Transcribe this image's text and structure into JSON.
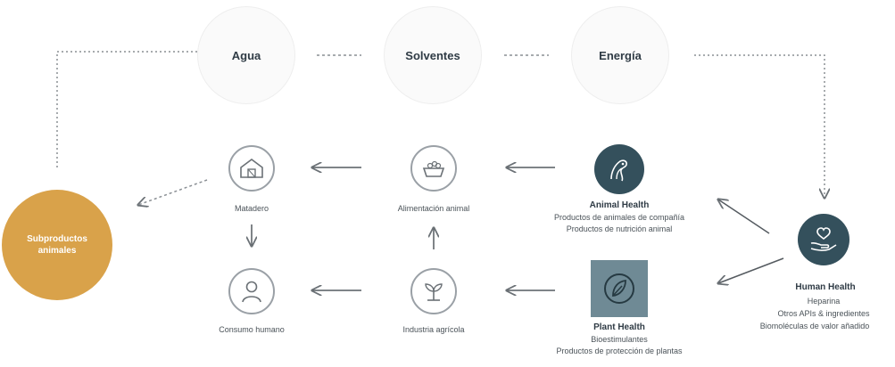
{
  "resources": [
    {
      "label": "Agua"
    },
    {
      "label": "Solventes"
    },
    {
      "label": "Energía"
    }
  ],
  "byproducts": {
    "line1": "Subproductos",
    "line2": "animales"
  },
  "nodes": {
    "matadero": "Matadero",
    "alimentacion": "Alimentación animal",
    "consumo": "Consumo humano",
    "industria": "Industria agrícola"
  },
  "animal_health": {
    "title": "Animal Health",
    "lines": [
      "Productos de animales de compañía",
      "Productos de nutrición animal"
    ]
  },
  "plant_health": {
    "title": "Plant Health",
    "lines": [
      "Bioestimulantes",
      "Productos de protección de plantas"
    ]
  },
  "human_health": {
    "title": "Human Health",
    "lines": [
      "Heparina",
      "Otros APIs & ingredientes",
      "Biomoléculas de valor añadido"
    ]
  },
  "colors": {
    "dark_teal": "#34505c",
    "plant_square": "#6f8a95",
    "byproduct_orange": "#d9a24a",
    "line_gray": "#8a8f94"
  }
}
